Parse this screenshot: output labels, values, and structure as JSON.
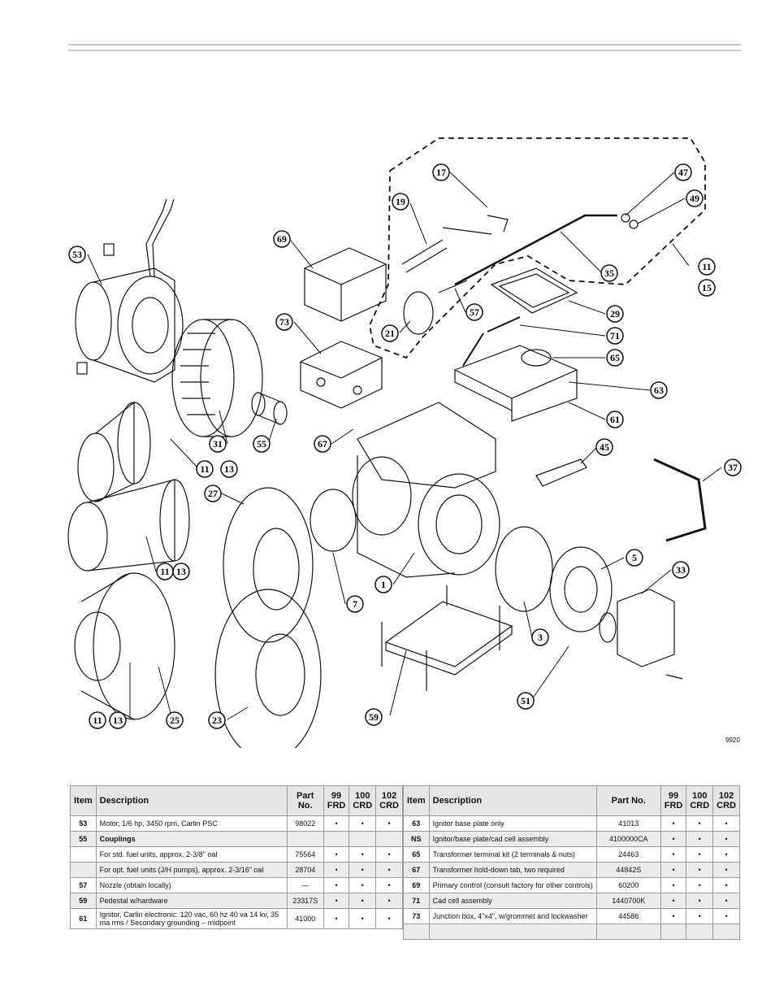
{
  "figure_code": "9920",
  "callouts": [
    "53",
    "69",
    "73",
    "17",
    "19",
    "47",
    "49",
    "35",
    "11",
    "15",
    "21",
    "57",
    "29",
    "71",
    "65",
    "63",
    "61",
    "31",
    "55",
    "67",
    "45",
    "37",
    "11",
    "13",
    "27",
    "11",
    "13",
    "1",
    "7",
    "5",
    "33",
    "3",
    "51",
    "59",
    "11",
    "13",
    "25",
    "23"
  ],
  "table_headers": {
    "item": "Item",
    "description": "Description",
    "part_no_left": "Part No.",
    "part_no_right": "Part No.",
    "m99": "99 FRD",
    "m100": "100 CRD",
    "m102": "102 CRD"
  },
  "left_rows": [
    {
      "item": "53",
      "desc": "Motor, 1/6 hp, 3450 rpm, Carlin PSC",
      "part": "98022",
      "a": "•",
      "b": "•",
      "c": "•"
    },
    {
      "item": "55",
      "desc": "Couplings",
      "part": "",
      "a": "",
      "b": "",
      "c": ""
    },
    {
      "item": "",
      "desc": "For std. fuel units, approx. 2-3/8\" oal",
      "part": "75564",
      "a": "•",
      "b": "•",
      "c": "•"
    },
    {
      "item": "",
      "desc": "For opt. fuel units (J/H pumps), approx. 2-3/16\" oal",
      "part": "28704",
      "a": "•",
      "b": "•",
      "c": "•"
    },
    {
      "item": "57",
      "desc": "Nozzle (obtain locally)",
      "part": "—",
      "a": "•",
      "b": "•",
      "c": "•"
    },
    {
      "item": "59",
      "desc": "Pedestal w/hardware",
      "part": "23317S",
      "a": "•",
      "b": "•",
      "c": "•"
    },
    {
      "item": "61",
      "desc": "Ignitor, Carlin electronic: 120 vac, 60 hz 40 va 14 kv, 35 ma rms  /  Secondary grounding – midpoint",
      "part": "41000",
      "a": "•",
      "b": "•",
      "c": "•"
    }
  ],
  "right_rows": [
    {
      "item": "63",
      "desc": "Ignitor base plate only",
      "part": "41013",
      "a": "•",
      "b": "•",
      "c": "•"
    },
    {
      "item": "NS",
      "desc": "Ignitor/base plate/cad cell assembly",
      "part": "4100000CA",
      "a": "•",
      "b": "•",
      "c": "•"
    },
    {
      "item": "65",
      "desc": "Transformer terminal kit (2 terminals & nuts)",
      "part": "24463",
      "a": "•",
      "b": "•",
      "c": "•"
    },
    {
      "item": "67",
      "desc": "Transformer hold-down tab, two required",
      "part": "44842S",
      "a": "•",
      "b": "•",
      "c": "•"
    },
    {
      "item": "69",
      "desc": "Primary control (consult factory for other controls)",
      "part": "60200",
      "a": "•",
      "b": "•",
      "c": "•"
    },
    {
      "item": "71",
      "desc": "Cad cell assembly",
      "part": "1440700K",
      "a": "•",
      "b": "•",
      "c": "•"
    },
    {
      "item": "73",
      "desc": "Junction box, 4\"x4\", w/grommet and lockwasher",
      "part": "44586",
      "a": "•",
      "b": "•",
      "c": "•"
    },
    {
      "item": "",
      "desc": "",
      "part": "",
      "a": "",
      "b": "",
      "c": ""
    }
  ]
}
